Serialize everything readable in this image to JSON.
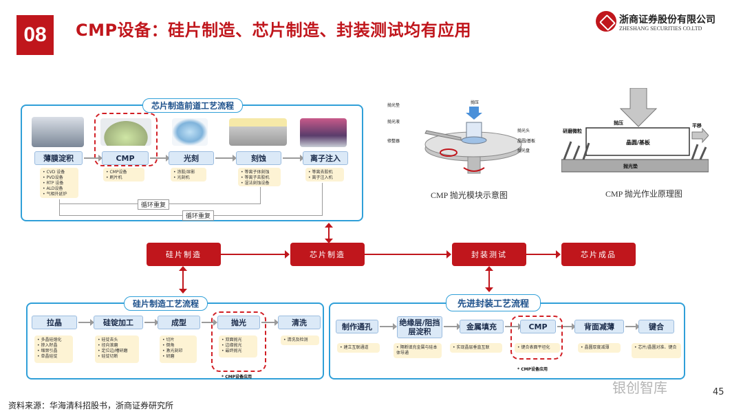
{
  "header": {
    "slide_number": "08",
    "title": "CMP设备：硅片制造、芯片制造、封装测试均有应用",
    "logo_cn": "浙商证券股份有限公司",
    "logo_en": "ZHESHANG SECURITIES CO.LTD",
    "brand_color": "#c0161c"
  },
  "front_end": {
    "label": "芯片制造前道工艺流程",
    "steps": [
      "薄膜淀积",
      "CMP",
      "光刻",
      "刻蚀",
      "离子注入"
    ],
    "notes": [
      [
        "CVD 设备",
        "PVD设备",
        "RTP 设备",
        "ALD设备",
        "气相外延炉"
      ],
      [
        "CMP设备",
        "刷片机"
      ],
      [
        "涂胶/显影",
        "光刻机"
      ],
      [
        "等离子体刻蚀",
        "等离子去胶机",
        "湿法刻蚀设备"
      ],
      [
        "等离去胶机",
        "离子注入机"
      ]
    ],
    "loop1": "循环重复",
    "loop2": "循环重复"
  },
  "diagrams": {
    "module_caption": "CMP 抛光模块示意图",
    "module_labels": [
      "抛光垫",
      "抛光液",
      "修整器",
      "抛压",
      "抛光头",
      "晶圆/基板",
      "抛光盘"
    ],
    "principle_caption": "CMP 抛光作业原理图",
    "principle_labels": [
      "抛压",
      "平移",
      "研磨微粒",
      "晶圆/基板",
      "抛光垫"
    ]
  },
  "main_flow": [
    "硅片制造",
    "芯片制造",
    "封装测试",
    "芯片成品"
  ],
  "wafer": {
    "label": "硅片制造工艺流程",
    "steps": [
      "拉晶",
      "硅锭加工",
      "成型",
      "抛光",
      "清洗"
    ],
    "notes": [
      [
        "多晶硅熔化",
        "掺入籽晶",
        "缩颈引晶",
        "单晶硅锭"
      ],
      [
        "硅锭去头",
        "径向滚磨",
        "定位边/槽研磨",
        "硅锭切断"
      ],
      [
        "切片",
        "倒角",
        "激光刻印",
        "研磨"
      ],
      [
        "双面抛光",
        "边缘抛光",
        "最终抛光"
      ],
      [
        "清洗及检测"
      ]
    ],
    "cmp_note": "* CMP设备应用"
  },
  "packaging": {
    "label": "先进封装工艺流程",
    "steps": [
      "制作通孔",
      "绝缘层/阻挡层淀积",
      "金属填充",
      "CMP",
      "背面减薄",
      "键合"
    ],
    "notes": [
      [
        "建立互联通道"
      ],
      [
        "隔断填充金属与硅本体导通"
      ],
      [
        "实现晶层垂直互联"
      ],
      [
        "键合表面平坦化"
      ],
      [
        "晶圆厚度减薄"
      ],
      [
        "芯片/晶圆对准、键合"
      ]
    ],
    "cmp_note": "* CMP设备应用"
  },
  "footer": {
    "source": "资料来源：华海清科招股书，浙商证券研究所",
    "page": "45",
    "watermark": "银创智库"
  }
}
